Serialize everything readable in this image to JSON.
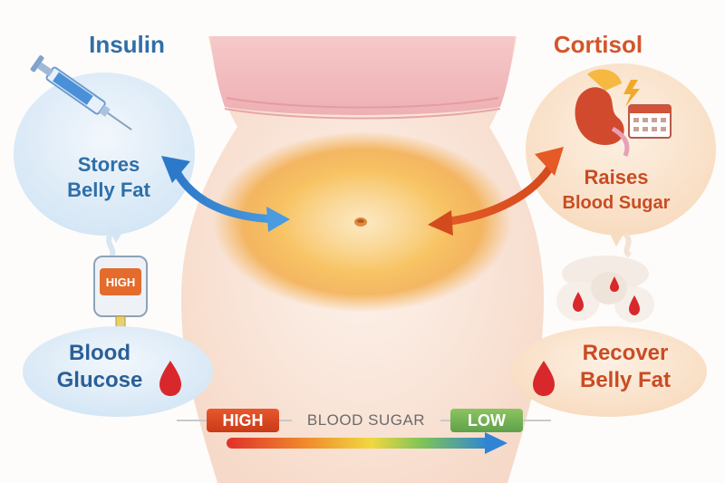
{
  "insulin": {
    "title": "Insulin",
    "body_line1": "Stores",
    "body_line2": "Belly Fat",
    "color": "#2f6fa8"
  },
  "cortisol": {
    "title": "Cortisol",
    "body_line1": "Raises",
    "body_line2": "Blood Sugar",
    "color": "#d2562a"
  },
  "glucose": {
    "meter_label": "HIGH",
    "body_line1": "Blood",
    "body_line2": "Glucose"
  },
  "recover": {
    "body_line1": "Recover",
    "body_line2": "Belly Fat"
  },
  "scale": {
    "high_label": "HIGH",
    "center_label": "BLOOD SUGAR",
    "low_label": "LOW"
  },
  "icons": [
    "syringe-icon",
    "glucose-meter-icon",
    "blood-drop-icon",
    "kidney-adrenal-icon",
    "lightning-icon",
    "calendar-icon",
    "sugar-cubes-icon",
    "navel-icon"
  ]
}
